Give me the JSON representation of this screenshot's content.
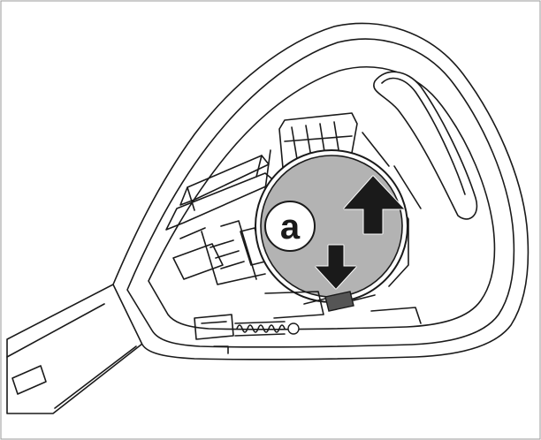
{
  "figure": {
    "callout_label": "a",
    "battery_fill": "#b3b3b3",
    "tab_fill": "#555555",
    "line_color": "#1a1a1a",
    "background": "#ffffff",
    "icons": [
      "key-fob-housing",
      "coin-cell-battery",
      "insert-arrow-up",
      "remove-arrow-down",
      "callout-badge",
      "coil-spring",
      "battery-release-tab"
    ]
  }
}
